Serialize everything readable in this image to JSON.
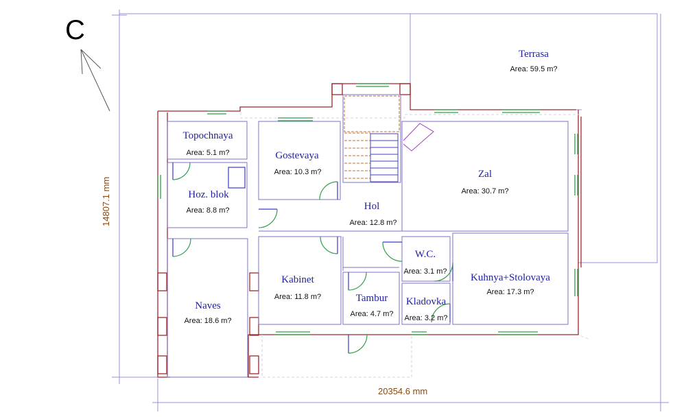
{
  "compass": {
    "letter": "C"
  },
  "dimensions": {
    "width": "20354.6 mm",
    "height": "14807.1 mm"
  },
  "rooms": {
    "terrasa": {
      "name": "Terrasa",
      "area": "Area: 59.5 m?"
    },
    "topochnaya": {
      "name": "Topochnaya",
      "area": "Area: 5.1 m?"
    },
    "gostevaya": {
      "name": "Gostevaya",
      "area": "Area: 10.3 m?"
    },
    "hoz_blok": {
      "name": "Hoz. blok",
      "area": "Area: 8.8 m?"
    },
    "hol": {
      "name": "Hol",
      "area": "Area: 12.8 m?"
    },
    "zal": {
      "name": "Zal",
      "area": "Area: 30.7 m?"
    },
    "wc": {
      "name": "W.C.",
      "area": "Area: 3.1 m?"
    },
    "kabinet": {
      "name": "Kabinet",
      "area": "Area: 11.8 m?"
    },
    "kuhnya": {
      "name": "Kuhnya+Stolovaya",
      "area": "Area: 17.3 m?"
    },
    "tambur": {
      "name": "Tambur",
      "area": "Area: 4.7 m?"
    },
    "kladovka": {
      "name": "Kladovka",
      "area": "Area: 3.2 m?"
    },
    "naves": {
      "name": "Naves",
      "area": "Area: 18.6 m?"
    }
  }
}
